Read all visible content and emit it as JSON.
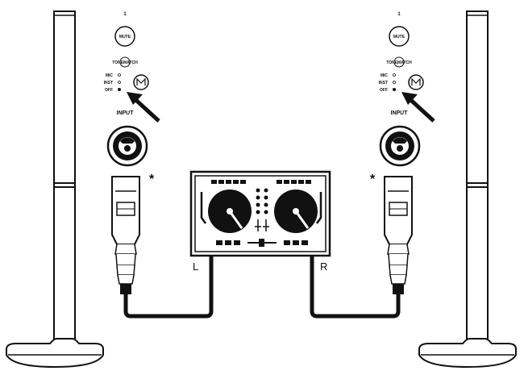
{
  "left_channel": {
    "channel_number": "1",
    "mute_label": "MUTE",
    "tonematch_label": "TONEMATCH",
    "modes": [
      "MIC",
      "INST",
      "OFF"
    ],
    "input_label": "INPUT",
    "asterisk": "*",
    "cable_label": "L"
  },
  "right_channel": {
    "channel_number": "1",
    "mute_label": "MUTE",
    "tonematch_label": "TONEMATCH",
    "modes": [
      "MIC",
      "INST",
      "OFF"
    ],
    "input_label": "INPUT",
    "asterisk": "*",
    "cable_label": "R"
  },
  "selected_mode": "OFF"
}
